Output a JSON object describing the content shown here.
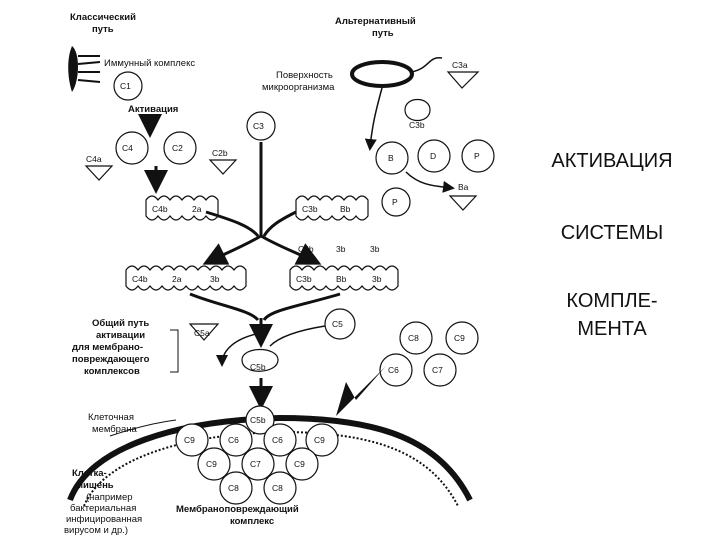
{
  "labels": {
    "classic_path": [
      "Классический",
      "путь"
    ],
    "alt_path": [
      "Альтернативный",
      "путь"
    ],
    "immune_complex": "Иммунный комплекс",
    "activation": "Активация",
    "surface": [
      "Поверхность",
      "микроорганизма"
    ],
    "common_path": [
      "Общий путь",
      "активации",
      "для мембрано-",
      "повреждающего",
      "комплексов"
    ],
    "cell_membrane": [
      "Клеточная",
      "мембрана"
    ],
    "target_cell": [
      "Клетка-",
      "мишень"
    ],
    "target_note": [
      "(например",
      "бактериальная",
      "инфицированная",
      "вирусом и др.)"
    ],
    "mac": [
      "Мембраноповреждающий",
      "комплекс"
    ]
  },
  "components": {
    "c1": "C1",
    "c3": "C3",
    "c4": "C4",
    "c2": "C2",
    "c4a": "C4a",
    "c2b": "C2b",
    "c4b": "C4b",
    "c2a": "2a",
    "c3b_b": "C3b",
    "bb": "Bb",
    "b": "B",
    "d": "D",
    "p": "P",
    "p2": "P",
    "ba": "Ba",
    "c3a": "C3a",
    "c3b": "C3b",
    "c4b2": "C4b",
    "c2a2": "2a",
    "c3b2": "3b",
    "top_c4b": "C4b",
    "top_3b": "3b",
    "top_3b2": "3b",
    "c3b3": "C3b",
    "bb2": "Bb",
    "c3b4": "3b",
    "c5a": "C5a",
    "c5": "C5",
    "c5b": "C5b",
    "c8": "C8",
    "c9": "C9",
    "c6": "C6",
    "c7": "C7",
    "m_c5b": "C5b",
    "m_c9a": "C9",
    "m_c6": "C6",
    "m_c6b": "C6",
    "m_c9b": "C9",
    "m_c9c": "C9",
    "m_c7": "C7",
    "m_c9d": "C9",
    "m_c8a": "C8",
    "m_c8b": "C8"
  },
  "title": {
    "line1": "АКТИВАЦИЯ",
    "line2": "СИСТЕМЫ",
    "line3": "КОМПЛЕ-",
    "line4": "МЕНТА"
  }
}
